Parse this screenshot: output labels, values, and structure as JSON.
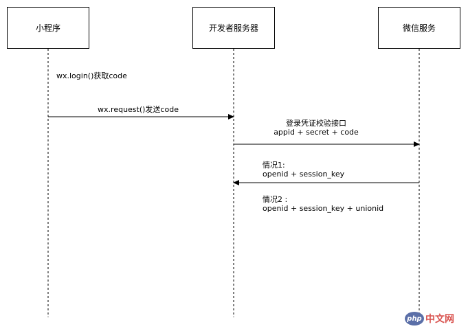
{
  "participants": [
    {
      "label": "小程序"
    },
    {
      "label": "开发者服务器"
    },
    {
      "label": "微信服务"
    }
  ],
  "messages": {
    "login": "wx.login()获取code",
    "request": "wx.request()发送code",
    "verify": {
      "line1": "登录凭证校验接口",
      "line2": "appid + secret + code"
    },
    "response1": {
      "line1": "情况1:",
      "line2": "openid + session_key"
    },
    "response2": {
      "line1": "情况2 :",
      "line2": "openid + session_key +  unionid"
    }
  },
  "watermark": {
    "logo": "php",
    "text": "中文网"
  },
  "colors": {
    "stroke": "#000000",
    "watermark_logo": "#5b6fa8",
    "watermark_text": "#d9534f"
  }
}
